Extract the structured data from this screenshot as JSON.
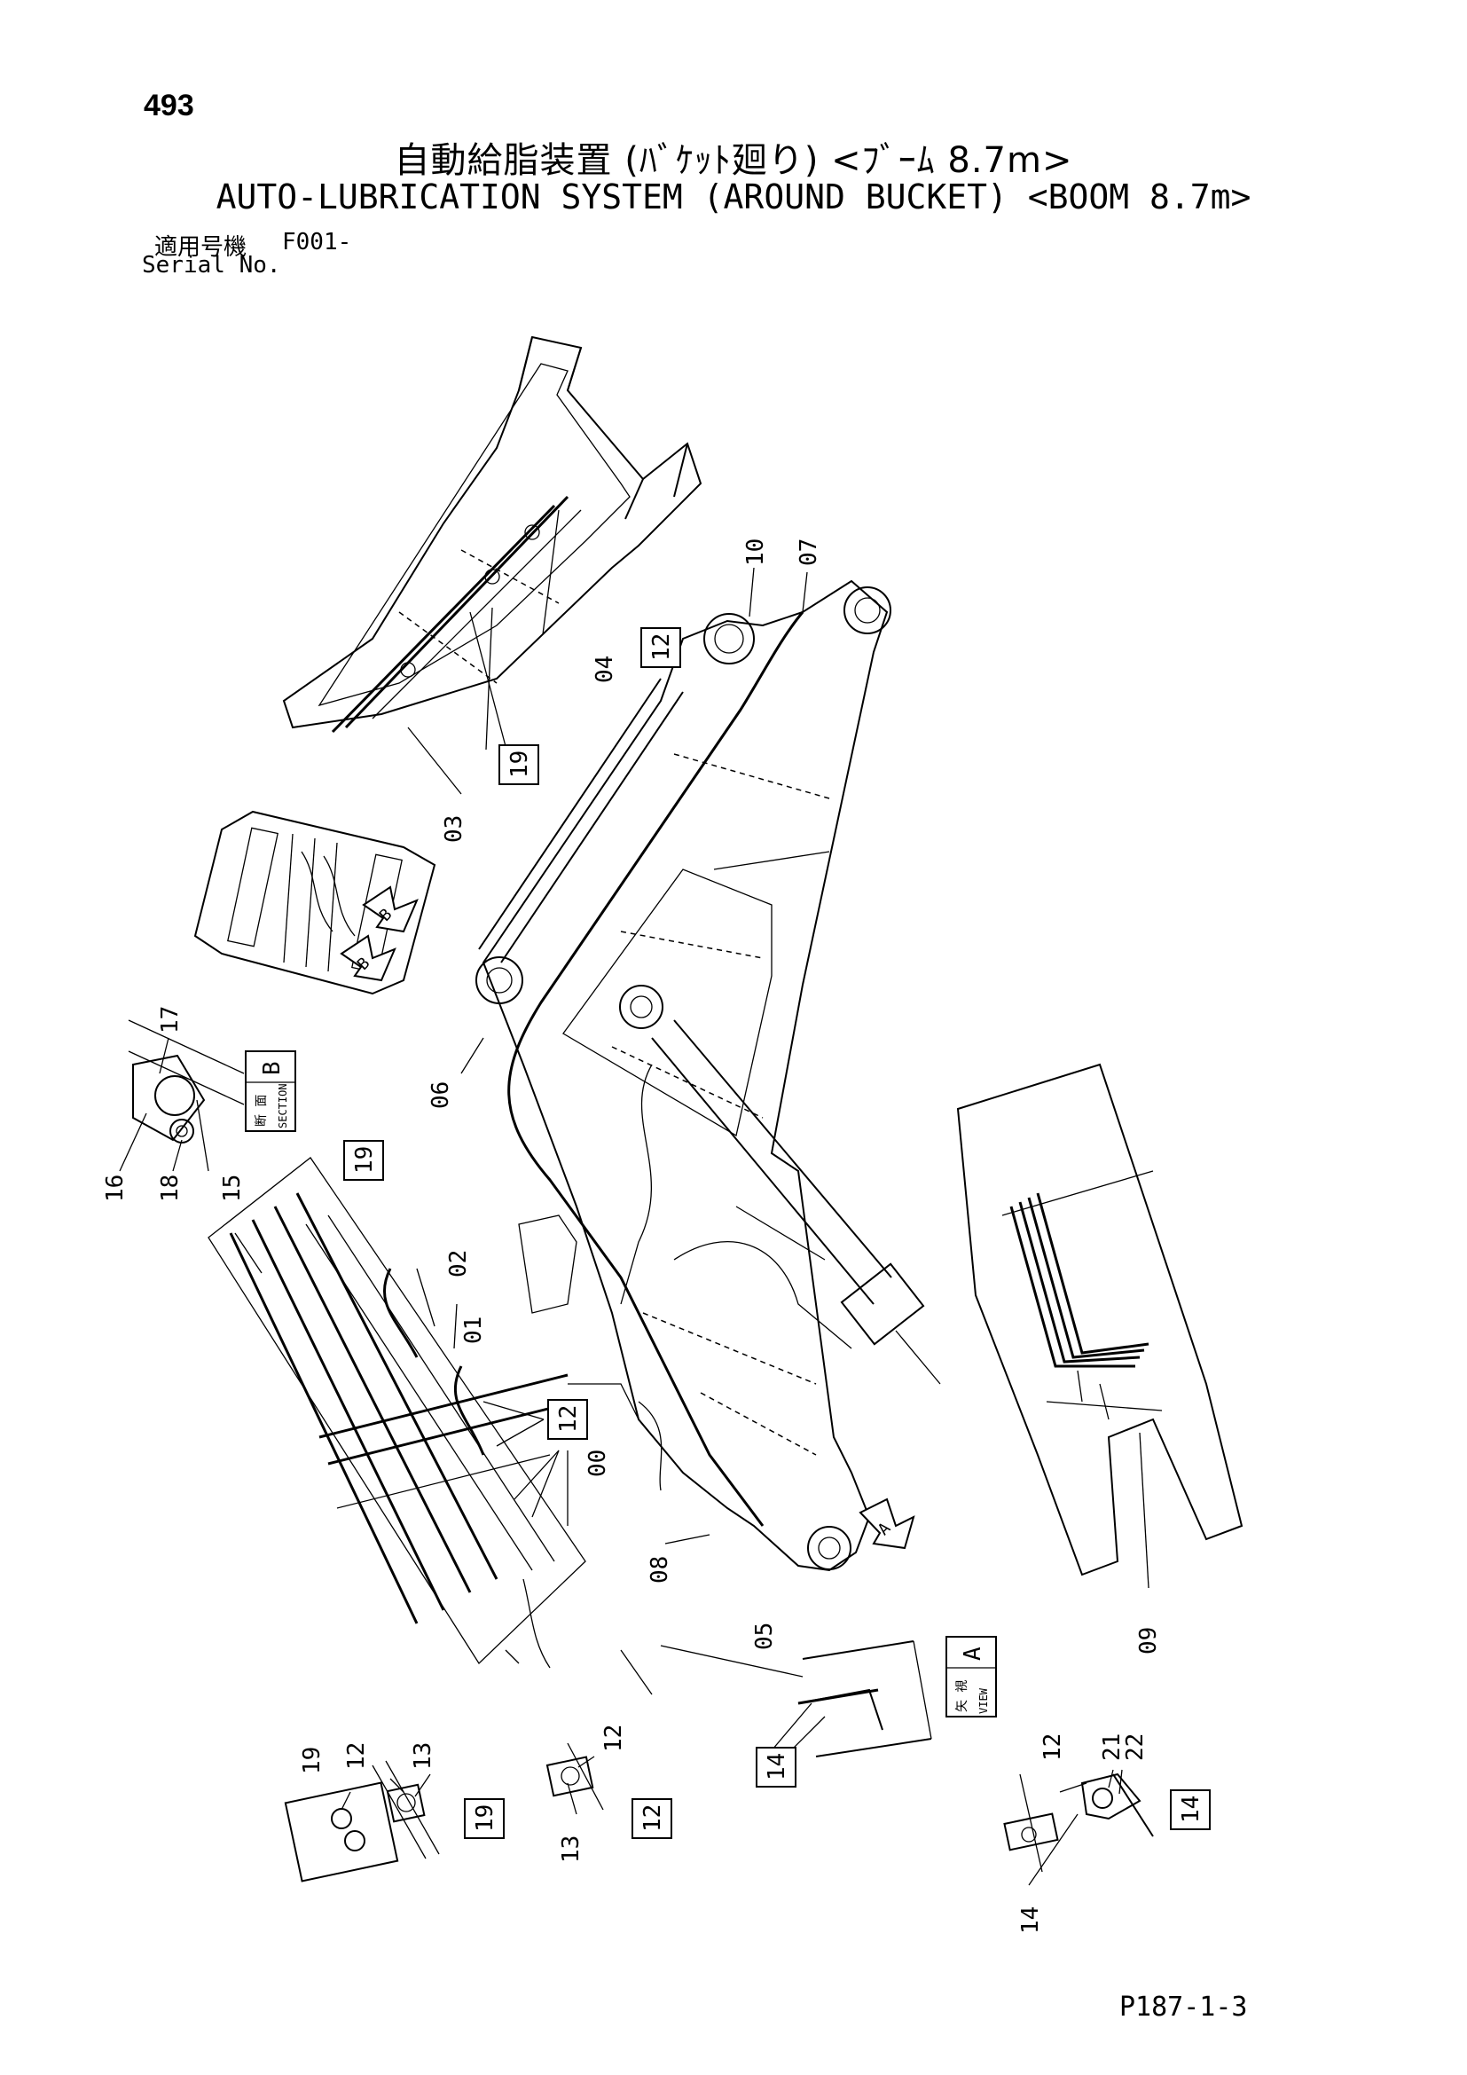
{
  "header": {
    "page_number": "493",
    "title_jp": "自動給脂装置 (ﾊﾞｹｯﾄ廻り) <ﾌﾞｰﾑ 8.7m>",
    "title_en": "AUTO-LUBRICATION SYSTEM (AROUND BUCKET) <BOOM 8.7m>",
    "serial_label_jp": "適用号機",
    "serial_label_en": "Serial No.",
    "serial_value": "F001-"
  },
  "footer": {
    "doc_code": "P187-1-3"
  },
  "callouts": {
    "c00": "00",
    "c01": "01",
    "c02": "02",
    "c03": "03",
    "c04": "04",
    "c05": "05",
    "c06": "06",
    "c07": "07",
    "c08": "08",
    "c09": "09",
    "c10": "10",
    "c12a": "12",
    "c12b": "12",
    "c12c": "12",
    "c13a": "13",
    "c13b": "13",
    "c14": "14",
    "c15": "15",
    "c16": "16",
    "c17": "17",
    "c18": "18",
    "c19a": "19",
    "c19b": "19",
    "c21": "21",
    "c22": "22"
  },
  "boxed_refs": {
    "b12_top": "12",
    "b19_top": "19",
    "b19_mid": "19",
    "b12_mid": "12",
    "b14_view": "14",
    "b19_bottom": "19",
    "b12_bottom": "12",
    "b14_bottom": "14"
  },
  "section_marks": {
    "section_letter": "B",
    "section_jp": "断 面",
    "section_en": "SECTION",
    "view_letter": "A",
    "view_jp": "矢 視",
    "view_en": "VIEW",
    "arrow_b1": "B",
    "arrow_b2": "B",
    "arrow_a": "A"
  }
}
